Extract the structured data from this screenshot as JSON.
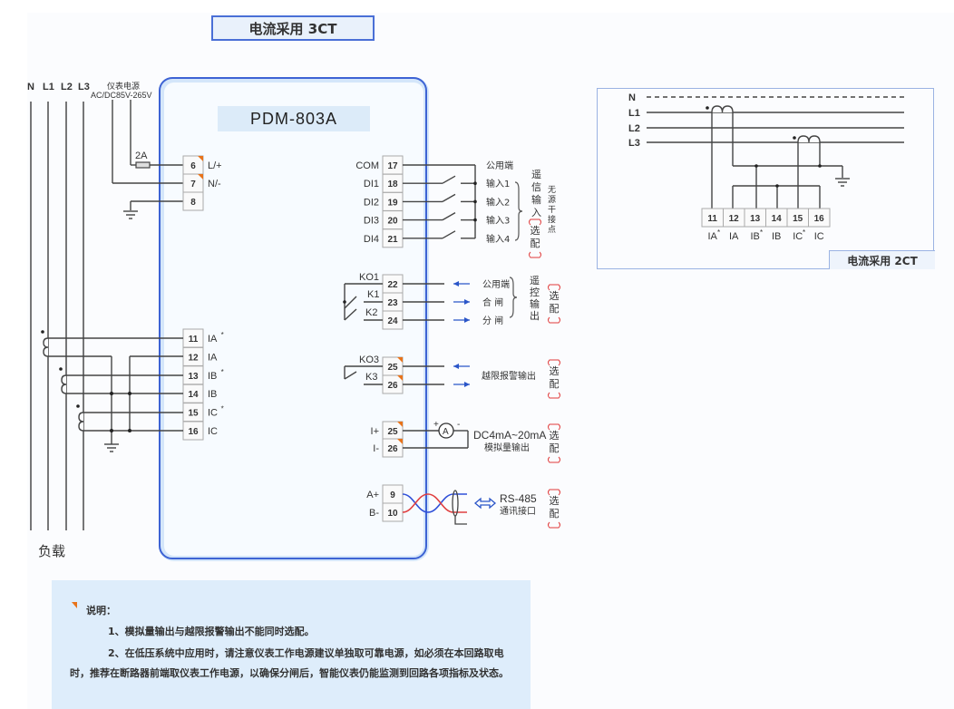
{
  "title": "电流采用 3CT",
  "model": "PDM-803A",
  "bus_labels": [
    "N",
    "L1",
    "L2",
    "L3"
  ],
  "power": {
    "label": "仪表电源",
    "range": "AC/DC85V-265V",
    "fuse": "2A",
    "terminals": [
      {
        "num": "6",
        "label": "L/+"
      },
      {
        "num": "7",
        "label": "N/-"
      },
      {
        "num": "8",
        "label": ""
      }
    ]
  },
  "current_inputs": [
    {
      "num": "11",
      "label": "IA*"
    },
    {
      "num": "12",
      "label": "IA"
    },
    {
      "num": "13",
      "label": "IB*"
    },
    {
      "num": "14",
      "label": "IB"
    },
    {
      "num": "15",
      "label": "IC*"
    },
    {
      "num": "16",
      "label": "IC"
    }
  ],
  "load_label": "负载",
  "digital_inputs": {
    "terminals": [
      {
        "name": "COM",
        "num": "17",
        "desc": "公用端"
      },
      {
        "name": "DI1",
        "num": "18",
        "desc": "输入1"
      },
      {
        "name": "DI2",
        "num": "19",
        "desc": "输入2"
      },
      {
        "name": "DI3",
        "num": "20",
        "desc": "输入3"
      },
      {
        "name": "DI4",
        "num": "21",
        "desc": "输入4"
      }
    ],
    "group_label": "遥信输入",
    "optional": "(选配)",
    "note": "无源干接点"
  },
  "remote_control": {
    "relay_labels": [
      "KO1",
      "K1",
      "K2"
    ],
    "terminals": [
      {
        "num": "22",
        "desc": "公用端"
      },
      {
        "num": "23",
        "desc": "合 闸"
      },
      {
        "num": "24",
        "desc": "分 闸"
      }
    ],
    "group_label": "遥控输出",
    "optional": "(选配)"
  },
  "alarm": {
    "relay_labels": [
      "KO3",
      "K3"
    ],
    "terminals": [
      {
        "num": "25"
      },
      {
        "num": "26"
      }
    ],
    "desc": "越限报警输出",
    "optional": "(选配)"
  },
  "analog": {
    "terminals": [
      {
        "name": "I+",
        "num": "25"
      },
      {
        "name": "I-",
        "num": "26"
      }
    ],
    "meter": "A",
    "plus": "+",
    "minus": "-",
    "range": "DC4mA~20mA",
    "desc": "模拟量输出",
    "optional": "(选配)"
  },
  "rs485": {
    "terminals": [
      {
        "name": "A+",
        "num": "9"
      },
      {
        "name": "B-",
        "num": "10"
      }
    ],
    "label": "RS-485",
    "desc": "通讯接口",
    "optional": "(选配)"
  },
  "ct2": {
    "bus_labels": [
      "N",
      "L1",
      "L2",
      "L3"
    ],
    "terminals": [
      {
        "num": "11",
        "label": "IA*"
      },
      {
        "num": "12",
        "label": "IA"
      },
      {
        "num": "13",
        "label": "IB*"
      },
      {
        "num": "14",
        "label": "IB"
      },
      {
        "num": "15",
        "label": "IC*"
      },
      {
        "num": "16",
        "label": "IC"
      }
    ],
    "caption": "电流采用 2CT"
  },
  "notes": {
    "heading": "说明：",
    "items": [
      "1、模拟量输出与越限报警输出不能同时选配。",
      "2、在低压系统中应用时，请注意仪表工作电源建议单独取可靠电源，如必须在本回路取电时，推荐在断路器前端取仪表工作电源，以确保分闸后，智能仪表仍能监测到回路各项指标及状态。"
    ]
  },
  "colors": {
    "accent": "#4a6fd6",
    "optional_red": "#e03a3a",
    "arrow_blue": "#2a55c8",
    "orange_mark": "#e8731a",
    "wire": "#333333",
    "rs485_blue": "#3050d8",
    "rs485_red": "#e04040"
  }
}
